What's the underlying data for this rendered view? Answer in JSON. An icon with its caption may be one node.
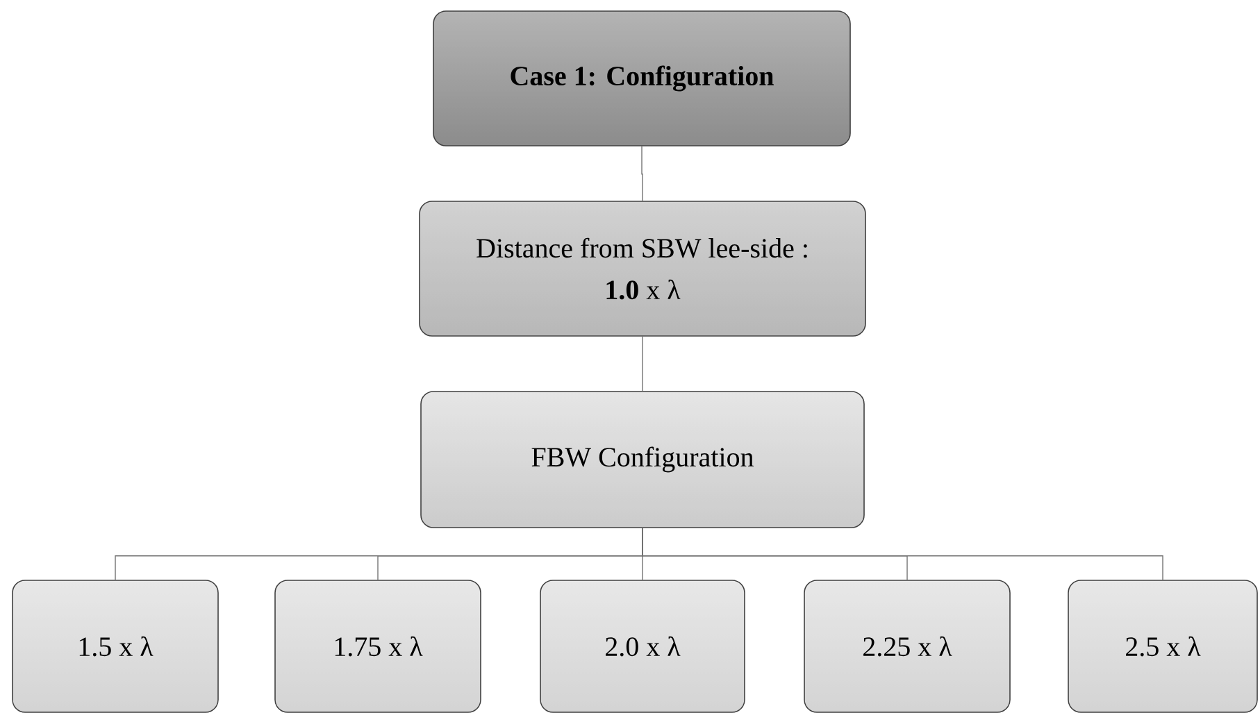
{
  "diagram": {
    "nodes": [
      {
        "text": [
          "Case 1: Configuration"
        ]
      },
      {
        "text": [
          "Distance from SBW lee-side :",
          "**1.0** x λ"
        ]
      },
      {
        "text": [
          "FBW Configuration"
        ]
      },
      {
        "text": [
          "1.5 x λ"
        ]
      },
      {
        "text": [
          "1.75 x λ"
        ]
      },
      {
        "text": [
          "2.0 x λ"
        ]
      },
      {
        "text": [
          "2.25 x λ"
        ]
      },
      {
        "text": [
          "2.5 x λ"
        ]
      }
    ],
    "edges": [
      {
        "from": 0,
        "to": 1,
        "arrow": "none"
      },
      {
        "from": 1,
        "to": 2,
        "arrow": "none"
      },
      {
        "from": 2,
        "to": 3,
        "arrow": "none"
      },
      {
        "from": 2,
        "to": 4,
        "arrow": "none"
      },
      {
        "from": 2,
        "to": 5,
        "arrow": "none"
      },
      {
        "from": 2,
        "to": 6,
        "arrow": "none"
      },
      {
        "from": 2,
        "to": 7,
        "arrow": "none"
      }
    ]
  }
}
